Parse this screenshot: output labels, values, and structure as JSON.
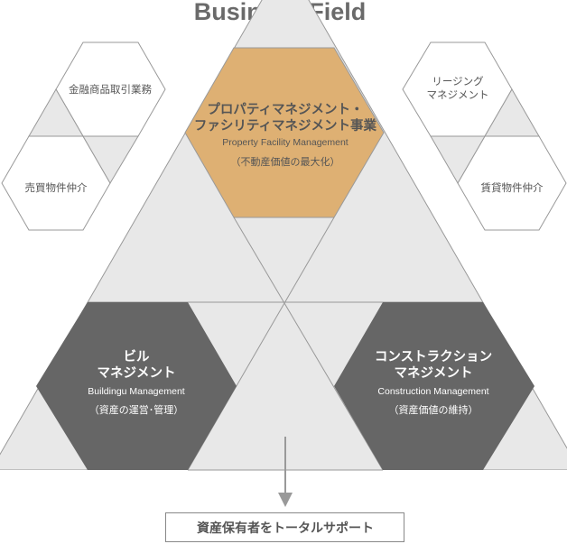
{
  "title": "Business Field",
  "colors": {
    "accent": "#deb073",
    "dark": "#666666",
    "light_gray": "#e8e8e8",
    "line": "#999999"
  },
  "small_fields": {
    "financial": "金融商品取引業務",
    "sales_brokerage": "売買物件仲介",
    "leasing_1": "リージング",
    "leasing_2": "マネジメント",
    "rental_brokerage": "賃貸物件仲介"
  },
  "center": {
    "line1": "プロパティマネジメント・",
    "line2": "ファシリティマネジメント事業",
    "en": "Property Facility Management",
    "sub": "（不動産価値の最大化）"
  },
  "building": {
    "line1": "ビル",
    "line2": "マネジメント",
    "en": "Buildingu Management",
    "sub": "（資産の運営･管理）"
  },
  "construction": {
    "line1": "コンストラクション",
    "line2": "マネジメント",
    "en": "Construction Management",
    "sub": "（資産価値の維持）"
  },
  "result": "資産保有者をトータルサポート"
}
